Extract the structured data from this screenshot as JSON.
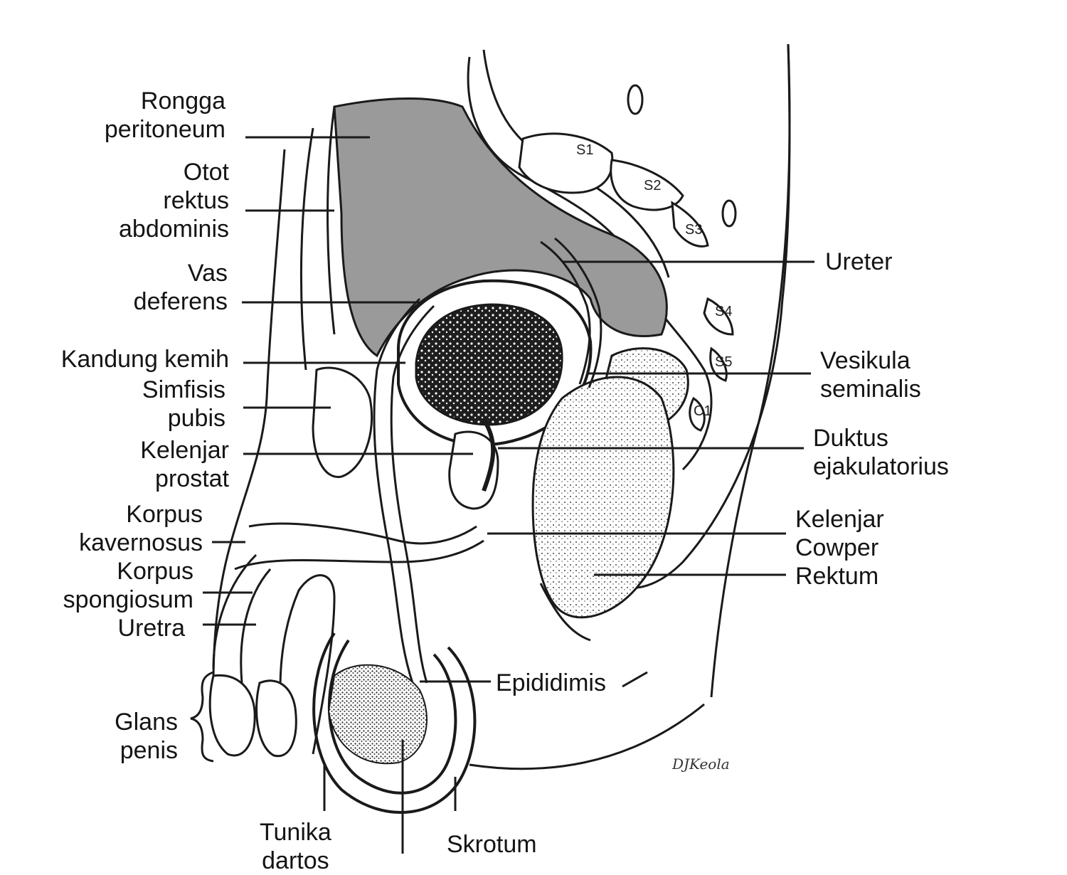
{
  "labels": {
    "rongga_peritoneum": "Rongga\nperitoneum",
    "otot_rektus": "Otot\nrektus\nabdominis",
    "vas_deferens": "Vas\ndeferens",
    "kandung_kemih": "Kandung kemih",
    "simfisis_pubis": "Simfisis\npubis",
    "kelenjar_prostat": "Kelenjar\nprostat",
    "korpus_kavernosus": "Korpus\nkavernosus",
    "korpus_spongiosum": "Korpus\nspongiosum",
    "uretra": "Uretra",
    "glans_penis": "Glans\npenis",
    "tunika_dartos": "Tunika\ndartos",
    "skrotum": "Skrotum",
    "epididimis": "Epididimis",
    "ureter": "Ureter",
    "vesikula_seminalis": "Vesikula\nseminalis",
    "duktus_ejakulatorius": "Duktus\nejakulatorius",
    "kelenjar_cowper": "Kelenjar\nCowper",
    "rektum": "Rektum"
  },
  "vertebrae": {
    "s1": "S1",
    "s2": "S2",
    "s3": "S3",
    "s4": "S4",
    "s5": "S5",
    "c1": "C1"
  },
  "signature": "DJKeola",
  "colors": {
    "line": "#1a1a1a",
    "shade": "#9a9a9a",
    "dark": "#202020"
  }
}
